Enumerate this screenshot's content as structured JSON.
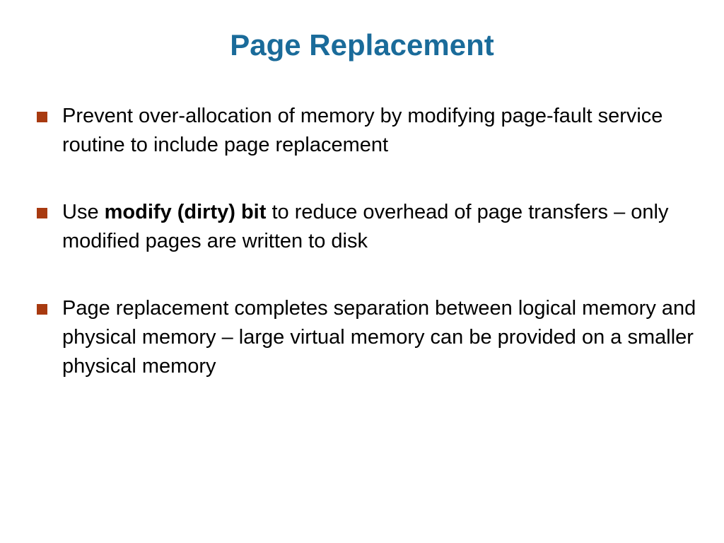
{
  "slide": {
    "title": "Page Replacement",
    "bullets": [
      {
        "text": "Prevent over-allocation of memory by modifying page-fault service routine to include page replacement"
      },
      {
        "before": "Use ",
        "bold": "modify (dirty) bit",
        "after": " to reduce overhead of page transfers – only modified pages are written to disk"
      },
      {
        "text": "Page replacement completes separation between logical memory and physical memory – large virtual memory can be provided on a smaller physical memory"
      }
    ]
  },
  "colors": {
    "title": "#1a6b9a",
    "bullet_marker": "#a83a10",
    "text": "#000000",
    "background": "#ffffff"
  },
  "icons": {
    "bullet_marker": "square-bullet-icon"
  }
}
